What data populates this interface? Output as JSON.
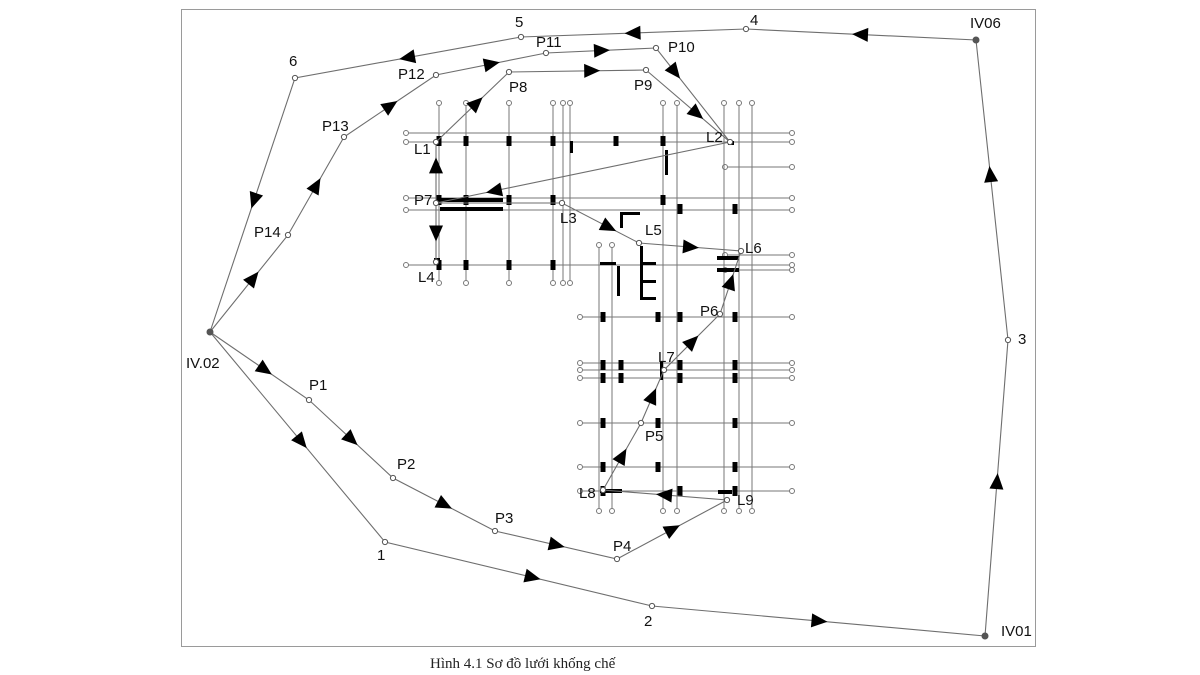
{
  "caption": "Hình 4.1 Sơ đồ lưới khống chế",
  "colors": {
    "line": "#6e6e6e",
    "ink": "#111111",
    "arrow": "#000000"
  },
  "outer_loop": [
    "IV01",
    "3",
    "IV06",
    "4",
    "5",
    "6",
    "IV.02",
    "1",
    "2"
  ],
  "inner_traverse": [
    "IV.02",
    "P14",
    "P13",
    "P12",
    "P11",
    "P10",
    "P9",
    "P8",
    "L1",
    "L2",
    "P7",
    "L4",
    "L3",
    "L5",
    "L6",
    "P6",
    "L7",
    "P5",
    "L8",
    "L9",
    "P4",
    "P3",
    "P2",
    "P1"
  ],
  "labels": {
    "IV01": "IV01",
    "IV06": "IV06",
    "IV.02": "IV.02",
    "1": "1",
    "2": "2",
    "3": "3",
    "4": "4",
    "5": "5",
    "6": "6",
    "P1": "P1",
    "P2": "P2",
    "P3": "P3",
    "P4": "P4",
    "P5": "P5",
    "P6": "P6",
    "P7": "P7",
    "P8": "P8",
    "P9": "P9",
    "P10": "P10",
    "P11": "P11",
    "P12": "P12",
    "P13": "P13",
    "P14": "P14",
    "L1": "L1",
    "L2": "L2",
    "L3": "L3",
    "L4": "L4",
    "L5": "L5",
    "L6": "L6",
    "L7": "L7",
    "L8": "L8",
    "L9": "L9"
  }
}
